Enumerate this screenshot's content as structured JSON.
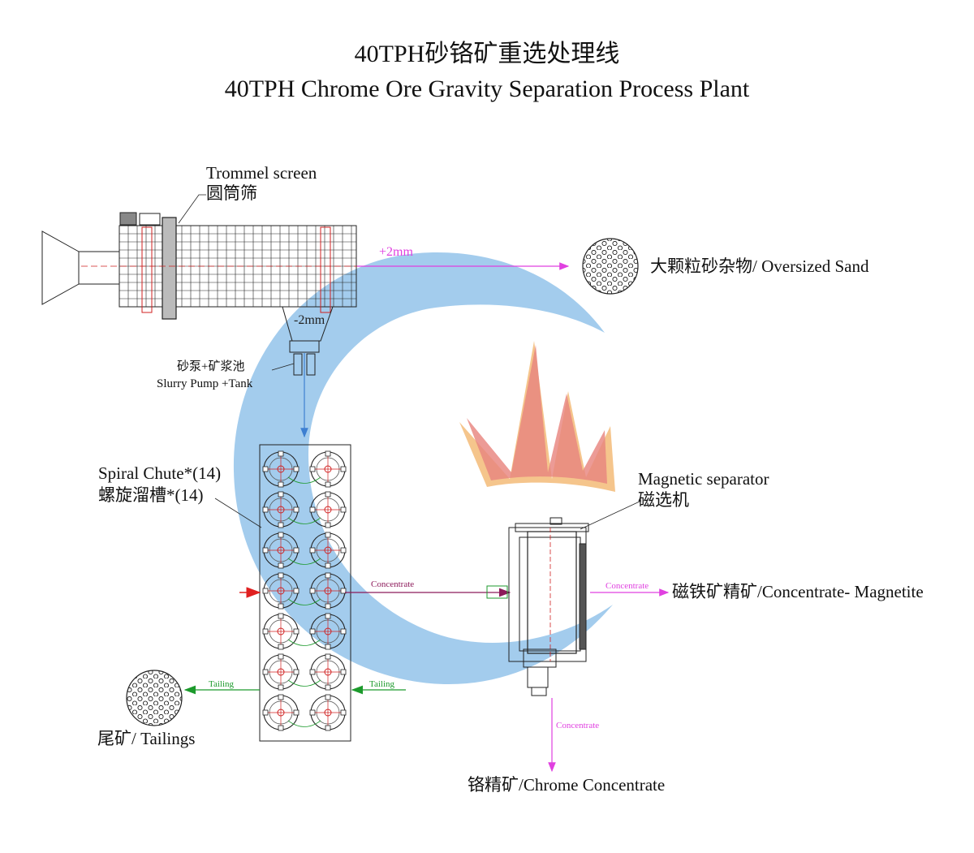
{
  "title": {
    "cn": "40TPH砂铬矿重选处理线",
    "en": "40TPH Chrome Ore Gravity Separation Process Plant"
  },
  "trommel": {
    "en": "Trommel screen",
    "cn": "圆筒筛"
  },
  "oversize_flow": "+2mm",
  "undersize_flow": "-2mm",
  "oversized_sand": "大颗粒砂杂物/ Oversized Sand",
  "slurry": {
    "cn": "砂泵+矿浆池",
    "en": "Slurry Pump +Tank"
  },
  "spiral": {
    "en": "Spiral Chute*(14)",
    "cn": "螺旋溜槽*(14)"
  },
  "magnetic": {
    "en": "Magnetic separator",
    "cn": "磁选机"
  },
  "flow_concentrate": "Concentrate",
  "flow_tailing": "Tailing",
  "magnetite": "磁铁矿精矿/Concentrate- Magnetite",
  "tailings": "尾矿/ Tailings",
  "chrome_concentrate": "铬精矿/Chrome Concentrate",
  "colors": {
    "logo_blue": "#7fb8e6",
    "logo_pink": "#e8857f",
    "logo_orange": "#f2b66f",
    "flow_magenta": "#e040e0",
    "flow_blue": "#3d7fd1",
    "flow_green": "#1c9a2c",
    "flow_red": "#e02020",
    "machine_line": "#222222",
    "machine_red": "#d02020"
  }
}
